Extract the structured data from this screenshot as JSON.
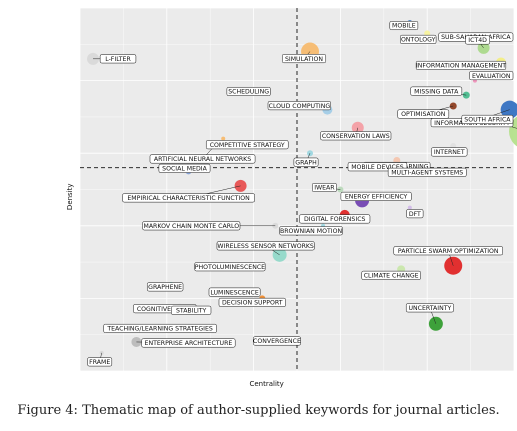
{
  "caption": "Figure 4: Thematic map of author-supplied keywords for journal articles.",
  "chart_data": {
    "type": "scatter",
    "title": "",
    "xlabel": "Centrality",
    "ylabel": "Density",
    "xlim": [
      0,
      100
    ],
    "ylim": [
      0,
      100
    ],
    "grid": true,
    "quadrant_lines": {
      "x": 50,
      "y": 56
    },
    "points": [
      {
        "label": "MOBILE",
        "x": 76,
        "y": 96,
        "r": 2.5,
        "color": "#4a7fc1"
      },
      {
        "label": "ONTOLOGY",
        "x": 80,
        "y": 93,
        "r": 3,
        "color": "#f7f39a"
      },
      {
        "label": "SUB-SAHARAN AFRICA",
        "x": 94,
        "y": 92,
        "r": 3.5,
        "color": "#4aa63a"
      },
      {
        "label": "ICT4D",
        "x": 93,
        "y": 89,
        "r": 6,
        "color": "#a8d888"
      },
      {
        "label": "L-FILTER",
        "x": 3,
        "y": 86,
        "r": 6,
        "color": "#d8d8d8"
      },
      {
        "label": "SIMULATION",
        "x": 53,
        "y": 88,
        "r": 9,
        "color": "#f6b86a"
      },
      {
        "label": "INFORMATION MANAGEMENT",
        "x": 97,
        "y": 85,
        "r": 5,
        "color": "#f3ee80"
      },
      {
        "label": "EVALUATION",
        "x": 91,
        "y": 80,
        "r": 2,
        "color": "#f08fb8"
      },
      {
        "label": "SCHEDULING",
        "x": 43,
        "y": 77,
        "r": 3,
        "color": "#f4c3ab"
      },
      {
        "label": "MISSING DATA",
        "x": 89,
        "y": 76,
        "r": 3.5,
        "color": "#44b88a"
      },
      {
        "label": "CLOUD COMPUTING",
        "x": 57,
        "y": 72,
        "r": 5,
        "color": "#9fcbe6"
      },
      {
        "label": "OPTIMISATION",
        "x": 86,
        "y": 73,
        "r": 3.5,
        "color": "#8b3a1a"
      },
      {
        "label": "INFORMATION SECURITY",
        "x": 99,
        "y": 72,
        "r": 9,
        "color": "#2f6cc0"
      },
      {
        "label": "SOUTH AFRICA",
        "x": 103,
        "y": 66,
        "r": 18,
        "color": "#b2e088"
      },
      {
        "label": "COMPETITIVE STRATEGY",
        "x": 33,
        "y": 64,
        "r": 2,
        "color": "#f6b86a"
      },
      {
        "label": "CONSERVATION LAWS",
        "x": 64,
        "y": 67,
        "r": 6,
        "color": "#f49ba2"
      },
      {
        "label": "ARTIFICIAL NEURAL NETWORKS",
        "x": 31,
        "y": 62,
        "r": 2,
        "color": "#e58a8a"
      },
      {
        "label": "GRAPH",
        "x": 53,
        "y": 60,
        "r": 3,
        "color": "#9ad6e0"
      },
      {
        "label": "INTERNET",
        "x": 86,
        "y": 62,
        "r": 3,
        "color": "#e0e0e0"
      },
      {
        "label": "BLENDED LEARNING",
        "x": 73,
        "y": 58,
        "r": 3.5,
        "color": "#f4c3ab"
      },
      {
        "label": "SOCIAL MEDIA",
        "x": 25,
        "y": 55,
        "r": 3,
        "color": "#7b9bd6"
      },
      {
        "label": "MOBILE DEVICES",
        "x": 69,
        "y": 56,
        "r": 3,
        "color": "#c8b8e6"
      },
      {
        "label": "MULTI-AGENT SYSTEMS",
        "x": 80,
        "y": 55,
        "r": 2,
        "color": "#c0c0c0"
      },
      {
        "label": "EMPIRICAL CHARACTERISTIC FUNCTION",
        "x": 37,
        "y": 51,
        "r": 6,
        "color": "#e74b4b"
      },
      {
        "label": "IWEAR",
        "x": 60,
        "y": 50,
        "r": 3,
        "color": "#b8d8b8"
      },
      {
        "label": "ENERGY EFFICIENCY",
        "x": 65,
        "y": 47,
        "r": 7,
        "color": "#6f3fb0"
      },
      {
        "label": "DFT",
        "x": 76,
        "y": 45,
        "r": 2,
        "color": "#d0b8e8"
      },
      {
        "label": "DIGITAL FORENSICS",
        "x": 61,
        "y": 43,
        "r": 5,
        "color": "#e02020"
      },
      {
        "label": "BROWNIAN MOTION",
        "x": 56,
        "y": 40,
        "r": 2,
        "color": "#9ad6e0"
      },
      {
        "label": "MARKOV CHAIN MONTE CARLO",
        "x": 45,
        "y": 40,
        "r": 3,
        "color": "#d8d8d8"
      },
      {
        "label": "WIRELESS SENSOR NETWORKS",
        "x": 46,
        "y": 32,
        "r": 7,
        "color": "#8fd8c8"
      },
      {
        "label": "PARTICLE SWARM OPTIMIZATION",
        "x": 86,
        "y": 29,
        "r": 9,
        "color": "#e02020"
      },
      {
        "label": "PHOTOLUMINESCENCE",
        "x": 41,
        "y": 29,
        "r": 3,
        "color": "#f4c3ab"
      },
      {
        "label": "CLIMATE CHANGE",
        "x": 74,
        "y": 28,
        "r": 4,
        "color": "#c8e6a8"
      },
      {
        "label": "GRAPHENE",
        "x": 21,
        "y": 24,
        "r": 2,
        "color": "#a8e0d8"
      },
      {
        "label": "LUMINESCENCE",
        "x": 37,
        "y": 22,
        "r": 2,
        "color": "#9fcbe6"
      },
      {
        "label": "COGNITIVE RADIO",
        "x": 23,
        "y": 18,
        "r": 2,
        "color": "#e0e0e0"
      },
      {
        "label": "STABILITY",
        "x": 24,
        "y": 17,
        "r": 3,
        "color": "#f6b86a"
      },
      {
        "label": "DECISION SUPPORT",
        "x": 42,
        "y": 20,
        "r": 3,
        "color": "#f08a2a"
      },
      {
        "label": "UNCERTAINTY",
        "x": 82,
        "y": 13,
        "r": 7,
        "color": "#2e9a2a"
      },
      {
        "label": "TEACHING/LEARNING STRATEGIES",
        "x": 12,
        "y": 12,
        "r": 3,
        "color": "#d8d8d8"
      },
      {
        "label": "ENTERPRISE ARCHITECTURE",
        "x": 13,
        "y": 8,
        "r": 5,
        "color": "#b8b8b8"
      },
      {
        "label": "CONVERGENCE",
        "x": 44,
        "y": 8,
        "r": 3,
        "color": "#f6b86a"
      },
      {
        "label": "FRAME",
        "x": 5,
        "y": 5,
        "r": 2,
        "color": "#d8d8d8"
      }
    ]
  }
}
